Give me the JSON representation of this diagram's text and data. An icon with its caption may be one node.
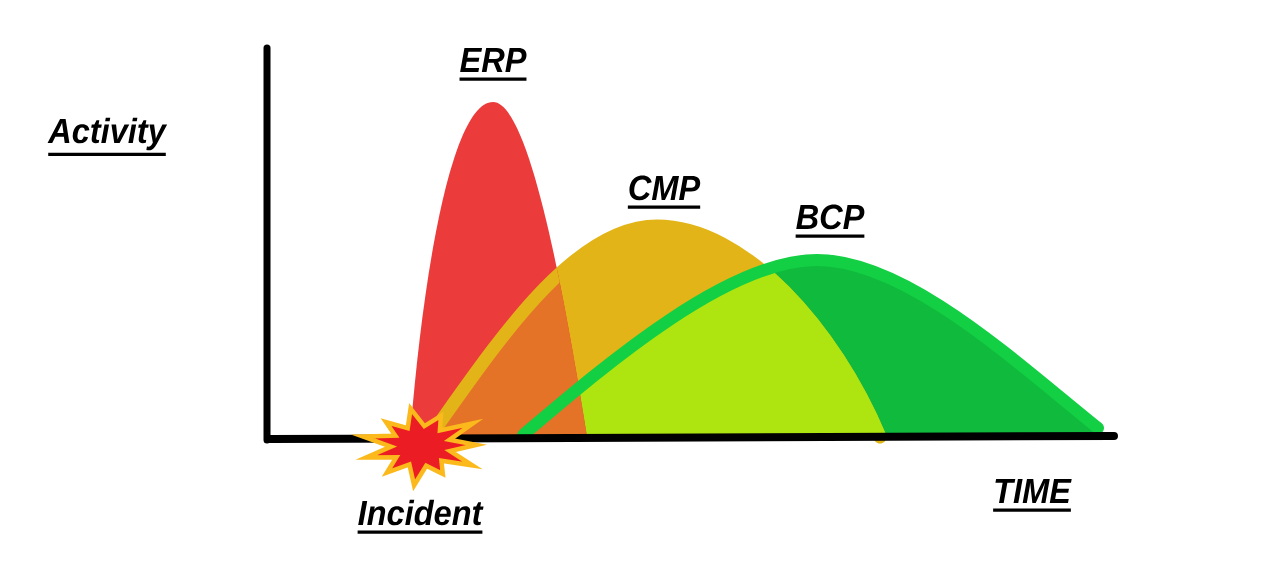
{
  "diagram": {
    "labels": [
      "ERP",
      "Activity",
      "CMP",
      "BCP",
      "TIME",
      "Incident"
    ]
  }
}
